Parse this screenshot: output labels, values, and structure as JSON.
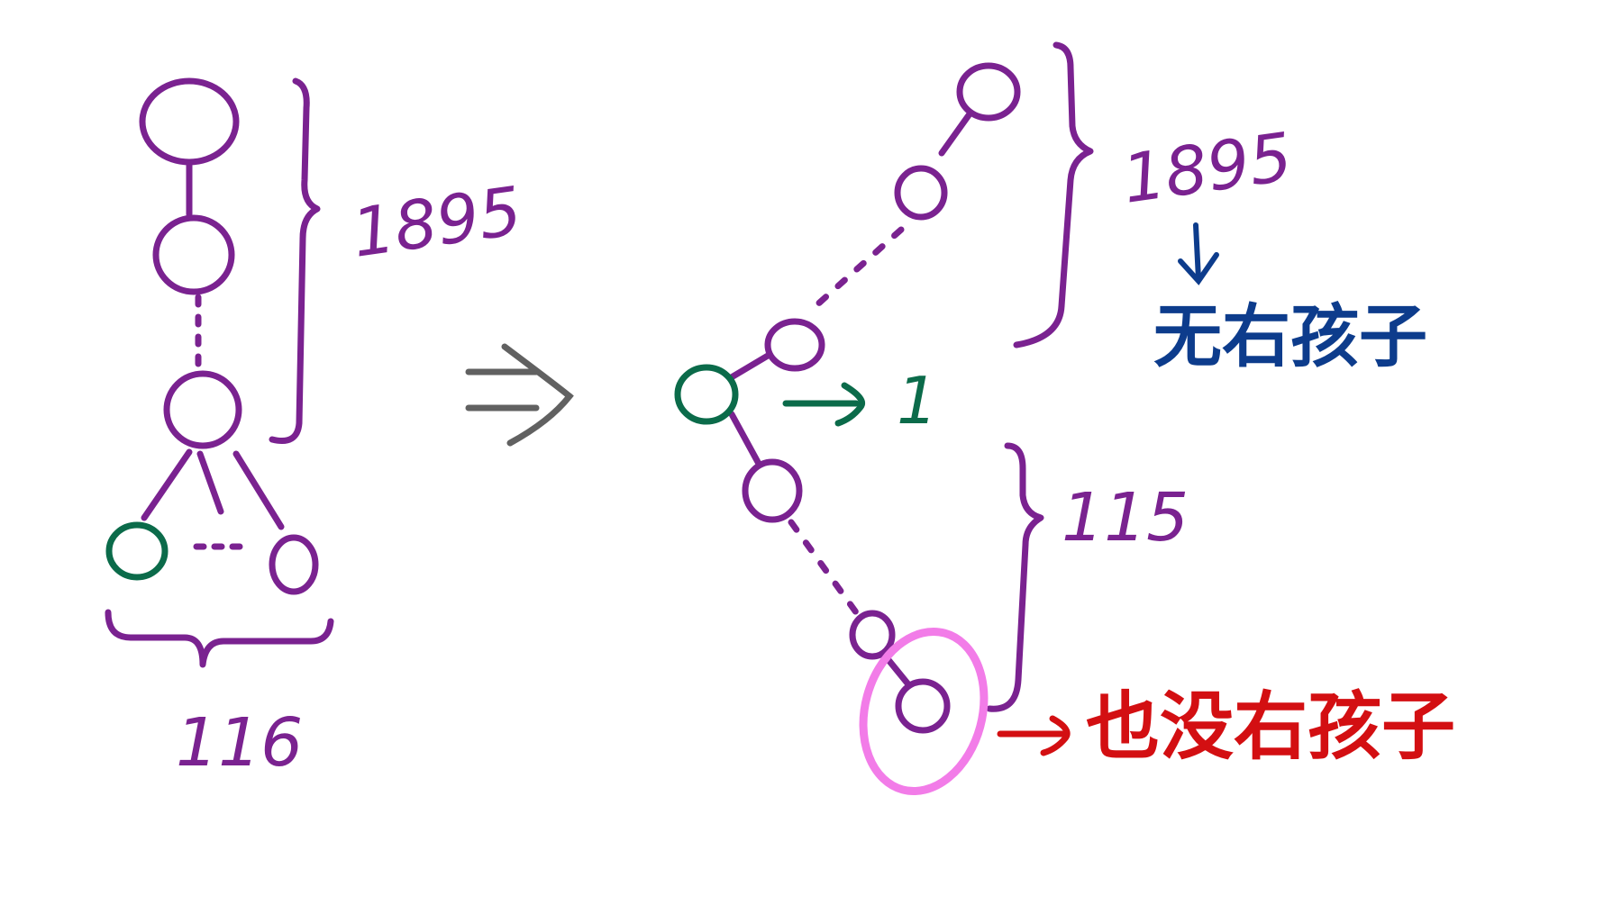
{
  "colors": {
    "purple": "#7a2290",
    "green": "#0b6b4a",
    "gray": "#616161",
    "blue": "#0d3c8c",
    "red": "#d30f12",
    "pink": "#f27ce8"
  },
  "left_tree": {
    "chain_count_label": "1895",
    "children_count_label": "116"
  },
  "right_tree": {
    "upper_count_label": "1895",
    "upper_note": "无右孩子",
    "middle_count_label": "1",
    "lower_count_label": "115",
    "lower_note": "也没右孩子"
  }
}
